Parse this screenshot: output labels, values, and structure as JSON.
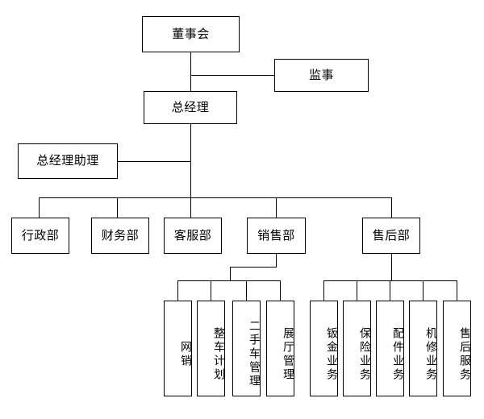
{
  "chart_data": {
    "type": "diagram",
    "subtype": "organization-chart",
    "title": "",
    "orientation": "top-down",
    "style": {
      "box_fill": "#ffffff",
      "box_border": "#000000",
      "line_color": "#000000",
      "text_color": "#000000",
      "background": "#ffffff"
    },
    "levels": [
      {
        "level": 0,
        "nodes": [
          "board"
        ]
      },
      {
        "level": 1,
        "nodes": [
          "general-manager",
          "supervisor"
        ]
      },
      {
        "level": 2,
        "nodes": [
          "gm-assistant"
        ]
      },
      {
        "level": 3,
        "nodes": [
          "admin-dept",
          "finance-dept",
          "customer-service-dept",
          "sales-dept",
          "after-sales-dept"
        ]
      },
      {
        "level": 4,
        "nodes": [
          "online-sales",
          "vehicle-plan",
          "used-car-mgmt",
          "showroom-mgmt",
          "sheet-metal",
          "insurance",
          "parts",
          "mechanical-repair",
          "after-sales-service"
        ]
      }
    ],
    "edges": [
      {
        "from": "board",
        "to": "supervisor",
        "type": "lateral"
      },
      {
        "from": "board",
        "to": "general-manager",
        "type": "vertical"
      },
      {
        "from": "general-manager",
        "to": "gm-assistant",
        "type": "lateral"
      },
      {
        "from": "general-manager",
        "to": "admin-dept"
      },
      {
        "from": "general-manager",
        "to": "finance-dept"
      },
      {
        "from": "general-manager",
        "to": "customer-service-dept"
      },
      {
        "from": "general-manager",
        "to": "sales-dept"
      },
      {
        "from": "general-manager",
        "to": "after-sales-dept"
      },
      {
        "from": "sales-dept",
        "to": "online-sales"
      },
      {
        "from": "sales-dept",
        "to": "vehicle-plan"
      },
      {
        "from": "sales-dept",
        "to": "used-car-mgmt"
      },
      {
        "from": "sales-dept",
        "to": "showroom-mgmt"
      },
      {
        "from": "after-sales-dept",
        "to": "sheet-metal"
      },
      {
        "from": "after-sales-dept",
        "to": "insurance"
      },
      {
        "from": "after-sales-dept",
        "to": "parts"
      },
      {
        "from": "after-sales-dept",
        "to": "mechanical-repair"
      },
      {
        "from": "after-sales-dept",
        "to": "after-sales-service"
      }
    ]
  },
  "nodes": {
    "board": {
      "label": "董事会"
    },
    "supervisor": {
      "label": "监事"
    },
    "general_manager": {
      "label": "总经理"
    },
    "gm_assistant": {
      "label": "总经理助理"
    },
    "admin_dept": {
      "label": "行政部"
    },
    "finance_dept": {
      "label": "财务部"
    },
    "customer_service_dept": {
      "label": "客服部"
    },
    "sales_dept": {
      "label": "销售部"
    },
    "after_sales_dept": {
      "label": "售后部"
    },
    "online_sales": {
      "label": "网销"
    },
    "vehicle_plan": {
      "label": "整车计划"
    },
    "used_car_mgmt": {
      "label": "二手车管理"
    },
    "showroom_mgmt": {
      "label": "展厅管理"
    },
    "sheet_metal": {
      "label": "钣金业务"
    },
    "insurance": {
      "label": "保险业务"
    },
    "parts": {
      "label": "配件业务"
    },
    "mechanical_repair": {
      "label": "机修业务"
    },
    "after_sales_service": {
      "label": "售后服务"
    }
  }
}
